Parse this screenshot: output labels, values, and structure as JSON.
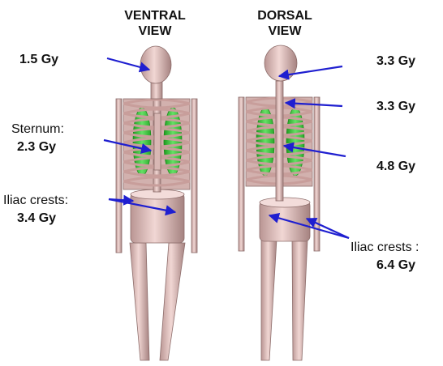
{
  "views": {
    "ventral": {
      "line1": "VENTRAL",
      "line2": "VIEW"
    },
    "dorsal": {
      "line1": "DORSAL",
      "line2": "VIEW"
    }
  },
  "ventral_labels": {
    "head": "1.5 Gy",
    "sternum_name": "Sternum:",
    "sternum_dose": "2.3 Gy",
    "iliac_name": "Iliac crests:",
    "iliac_dose": "3.4 Gy"
  },
  "dorsal_labels": {
    "head": "3.3 Gy",
    "neck": "3.3 Gy",
    "spine": "4.8 Gy",
    "iliac_name": "Iliac crests :",
    "iliac_dose": "6.4 Gy"
  },
  "colors": {
    "body": "#e8c9c6",
    "body_shadow": "#b08a88",
    "lung": "#3cc23c",
    "arrow": "#1f1fd0",
    "text": "#111111"
  }
}
